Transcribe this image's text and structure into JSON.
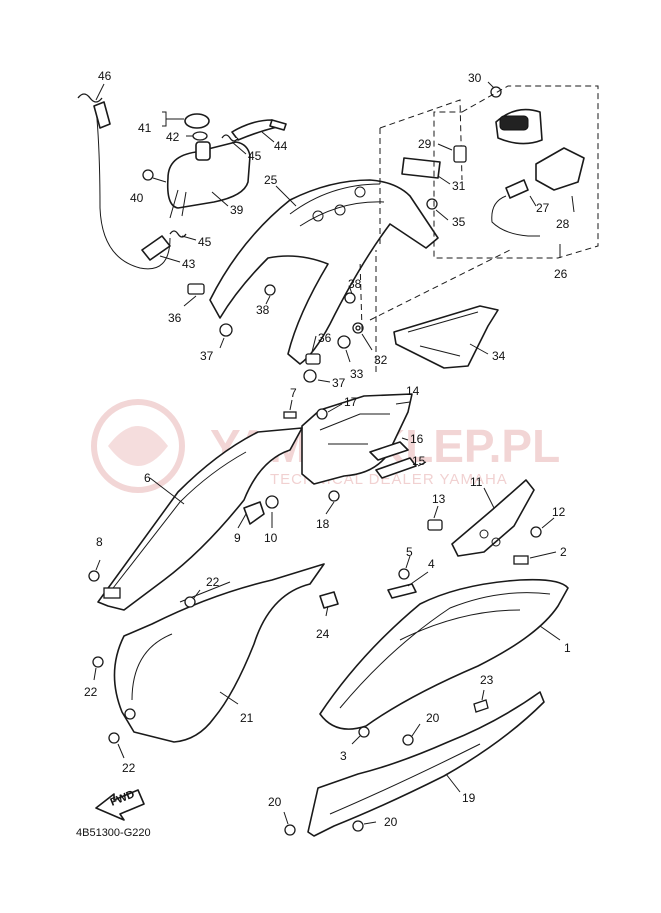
{
  "diagram": {
    "code": "4B51300-G220",
    "fwd_label": "FWD",
    "accent_color": "#1a1a1a",
    "watermark": {
      "main": "YAMASKLEP.PL",
      "sub": "TECHNICAL DEALER YAMAHA",
      "color": "#e8b4b4"
    },
    "callouts": {
      "c1": "1",
      "c2": "2",
      "c3": "3",
      "c4": "4",
      "c5": "5",
      "c6": "6",
      "c7": "7",
      "c8": "8",
      "c9": "9",
      "c10": "10",
      "c11": "11",
      "c12": "12",
      "c13": "13",
      "c14": "14",
      "c15": "15",
      "c16": "16",
      "c17": "17",
      "c18": "18",
      "c19": "19",
      "c20a": "20",
      "c20b": "20",
      "c20c": "20",
      "c21": "21",
      "c22a": "22",
      "c22b": "22",
      "c22c": "22",
      "c23": "23",
      "c24": "24",
      "c25": "25",
      "c26": "26",
      "c27": "27",
      "c28": "28",
      "c29": "29",
      "c30": "30",
      "c31": "31",
      "c32": "32",
      "c33": "33",
      "c34": "34",
      "c35": "35",
      "c36a": "36",
      "c36b": "36",
      "c37a": "37",
      "c37b": "37",
      "c38a": "38",
      "c38b": "38",
      "c39": "39",
      "c40": "40",
      "c41": "41",
      "c42": "42",
      "c43": "43",
      "c44": "44",
      "c45a": "45",
      "c45b": "45",
      "c46": "46"
    }
  }
}
